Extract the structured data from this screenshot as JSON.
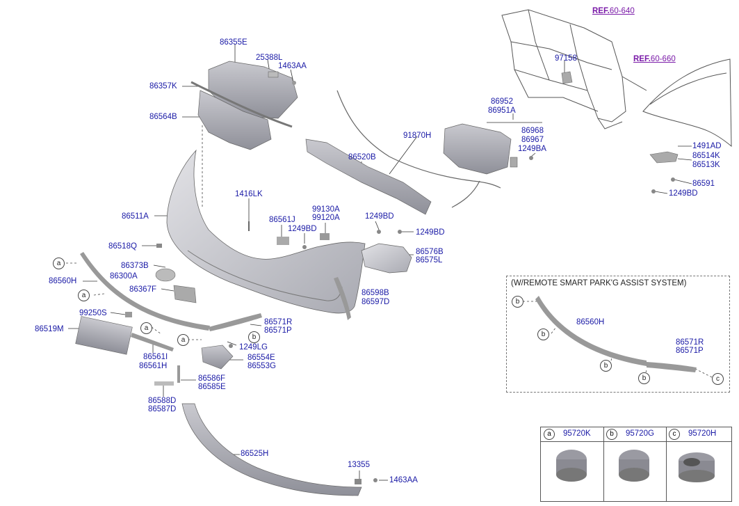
{
  "refs": {
    "ref1": {
      "prefix": "REF.",
      "num": "60-640"
    },
    "ref2": {
      "prefix": "REF.",
      "num": "60-660"
    }
  },
  "labels": {
    "p86355E": "86355E",
    "p25388L": "25388L",
    "p1463AA_top": "1463AA",
    "p86357K": "86357K",
    "p86564B": "86564B",
    "p97158": "97158",
    "p86952": "86952",
    "p86951A": "86951A",
    "p86968": "86968",
    "p86967": "86967",
    "p1249BA": "1249BA",
    "p91870H": "91870H",
    "p86520B": "86520B",
    "p1491AD": "1491AD",
    "p86514K": "86514K",
    "p86513K": "86513K",
    "p86591": "86591",
    "p1249BD_r": "1249BD",
    "p1416LK": "1416LK",
    "p86511A": "86511A",
    "p86561J": "86561J",
    "p1249BD_c": "1249BD",
    "p99130A": "99130A",
    "p99120A": "99120A",
    "p1249BD_m": "1249BD",
    "p1249BD_m2": "1249BD",
    "p86518Q": "86518Q",
    "p86576B": "86576B",
    "p86575L": "86575L",
    "p86373B": "86373B",
    "p86300A": "86300A",
    "p86560H": "86560H",
    "p86367F": "86367F",
    "p86598B": "86598B",
    "p86597D": "86597D",
    "p99250S": "99250S",
    "p86571R": "86571R",
    "p86571P": "86571P",
    "p86519M": "86519M",
    "p1249LG": "1249LG",
    "p86561I": "86561I",
    "p86561H": "86561H",
    "p86554E": "86554E",
    "p86553G": "86553G",
    "p86586F": "86586F",
    "p86585E": "86585E",
    "p86588D": "86588D",
    "p86587D": "86587D",
    "p86525H": "86525H",
    "p13355": "13355",
    "p1463AA_bot": "1463AA",
    "i86560H": "86560H",
    "i86571R": "86571R",
    "i86571P": "86571P"
  },
  "callouts": {
    "a": "a",
    "b": "b",
    "c": "c"
  },
  "inset": {
    "title": "(W/REMOTE SMART PARK'G ASSIST SYSTEM)"
  },
  "legend": [
    {
      "letter": "a",
      "code": "95720K"
    },
    {
      "letter": "b",
      "code": "95720G"
    },
    {
      "letter": "c",
      "code": "95720H"
    }
  ]
}
